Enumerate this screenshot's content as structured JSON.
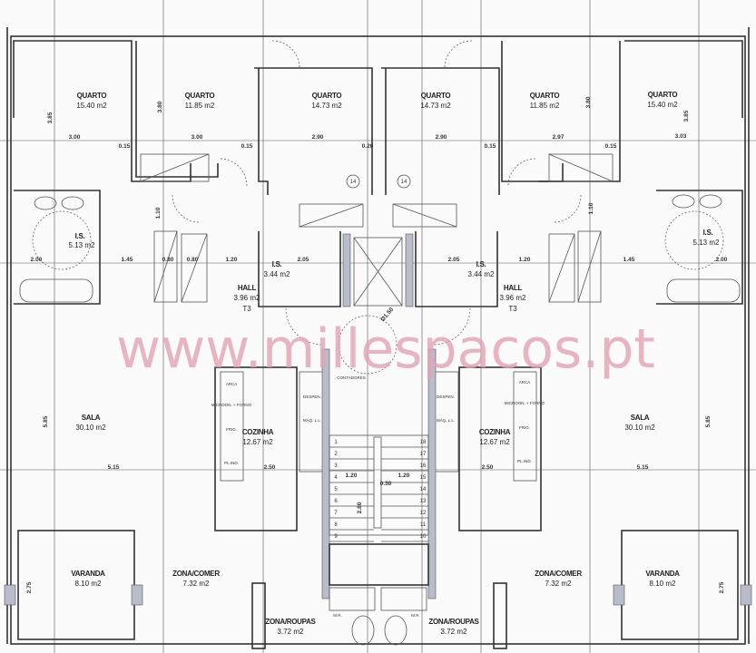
{
  "plan": {
    "watermark": "www.millespacos.pt",
    "rooms": {
      "quarto_l1": {
        "name": "QUARTO",
        "area": "15.40 m2"
      },
      "quarto_l2": {
        "name": "QUARTO",
        "area": "11.85 m2"
      },
      "quarto_l3": {
        "name": "QUARTO",
        "area": "14.73 m2"
      },
      "quarto_r3": {
        "name": "QUARTO",
        "area": "14.73 m2"
      },
      "quarto_r2": {
        "name": "QUARTO",
        "area": "11.85 m2"
      },
      "quarto_r1": {
        "name": "QUARTO",
        "area": "15.40 m2"
      },
      "is_l1": {
        "name": "I.S.",
        "area": "5.13 m2"
      },
      "is_l2": {
        "name": "I.S.",
        "area": "3.44 m2"
      },
      "is_r2": {
        "name": "I.S.",
        "area": "3.44 m2"
      },
      "is_r1": {
        "name": "I.S.",
        "area": "5.13 m2"
      },
      "hall_l": {
        "name": "HALL",
        "area": "3.96 m2",
        "type": "T3"
      },
      "hall_r": {
        "name": "HALL",
        "area": "3.96 m2",
        "type": "T3"
      },
      "sala_l": {
        "name": "SALA",
        "area": "30.10 m2"
      },
      "sala_r": {
        "name": "SALA",
        "area": "30.10 m2"
      },
      "cozinha_l": {
        "name": "COZINHA",
        "area": "12.67 m2"
      },
      "cozinha_r": {
        "name": "COZINHA",
        "area": "12.67 m2"
      },
      "varanda_l": {
        "name": "VARANDA",
        "area": "8.10 m2"
      },
      "varanda_r": {
        "name": "VARANDA",
        "area": "8.10 m2"
      },
      "comer_l": {
        "name": "ZONA/COMER",
        "area": "7.32 m2"
      },
      "comer_r": {
        "name": "ZONA/COMER",
        "area": "7.32 m2"
      },
      "roupas_l": {
        "name": "ZONA/ROUPAS",
        "area": "3.72 m2"
      },
      "roupas_r": {
        "name": "ZONA/ROUPAS",
        "area": "3.72 m2"
      }
    },
    "markers": [
      "14",
      "14"
    ],
    "fixtures": {
      "contadores": "CONTADORES",
      "arca": "ARCA",
      "microondas": "MICROON. + FORNO",
      "frig": "FRIG.",
      "placa": "PL.IND.",
      "despensa": "DESPEN.",
      "maq": "MÁQ. L.L.",
      "mr": "M.R."
    },
    "stair_steps": [
      "1",
      "2",
      "3",
      "4",
      "5",
      "6",
      "7",
      "8",
      "9",
      "10",
      "11",
      "12",
      "13",
      "14",
      "15",
      "16",
      "17",
      "18"
    ],
    "dimensions": {
      "d300a": "3.00",
      "d300b": "3.00",
      "d290a": "2.90",
      "d290b": "2.90",
      "d297": "2.97",
      "d303": "3.03",
      "d015a": "0.15",
      "d015b": "0.15",
      "d020": "0.20",
      "d015c": "0.15",
      "d015d": "0.15",
      "d200a": "2.00",
      "d145a": "1.45",
      "d080a": "0.80",
      "d080b": "0.80",
      "d120a": "1.20",
      "d205a": "2.05",
      "d205b": "2.05",
      "d120b": "1.20",
      "d145b": "1.45",
      "d200b": "2.00",
      "d585a": "5.85",
      "d585b": "5.85",
      "d515a": "5.15",
      "d515b": "5.15",
      "d250a": "2.50",
      "d250b": "2.50",
      "d120c": "1.20",
      "d120d": "1.20",
      "d030": "0.30",
      "d275a": "2.75",
      "d275b": "2.75",
      "d280": "2.80",
      "d155": "Ø1.50",
      "d110a": "1.10",
      "d110b": "1.10",
      "d380a": "3.80",
      "d380b": "3.80",
      "d385a": "3.85",
      "d385b": "3.85"
    }
  }
}
